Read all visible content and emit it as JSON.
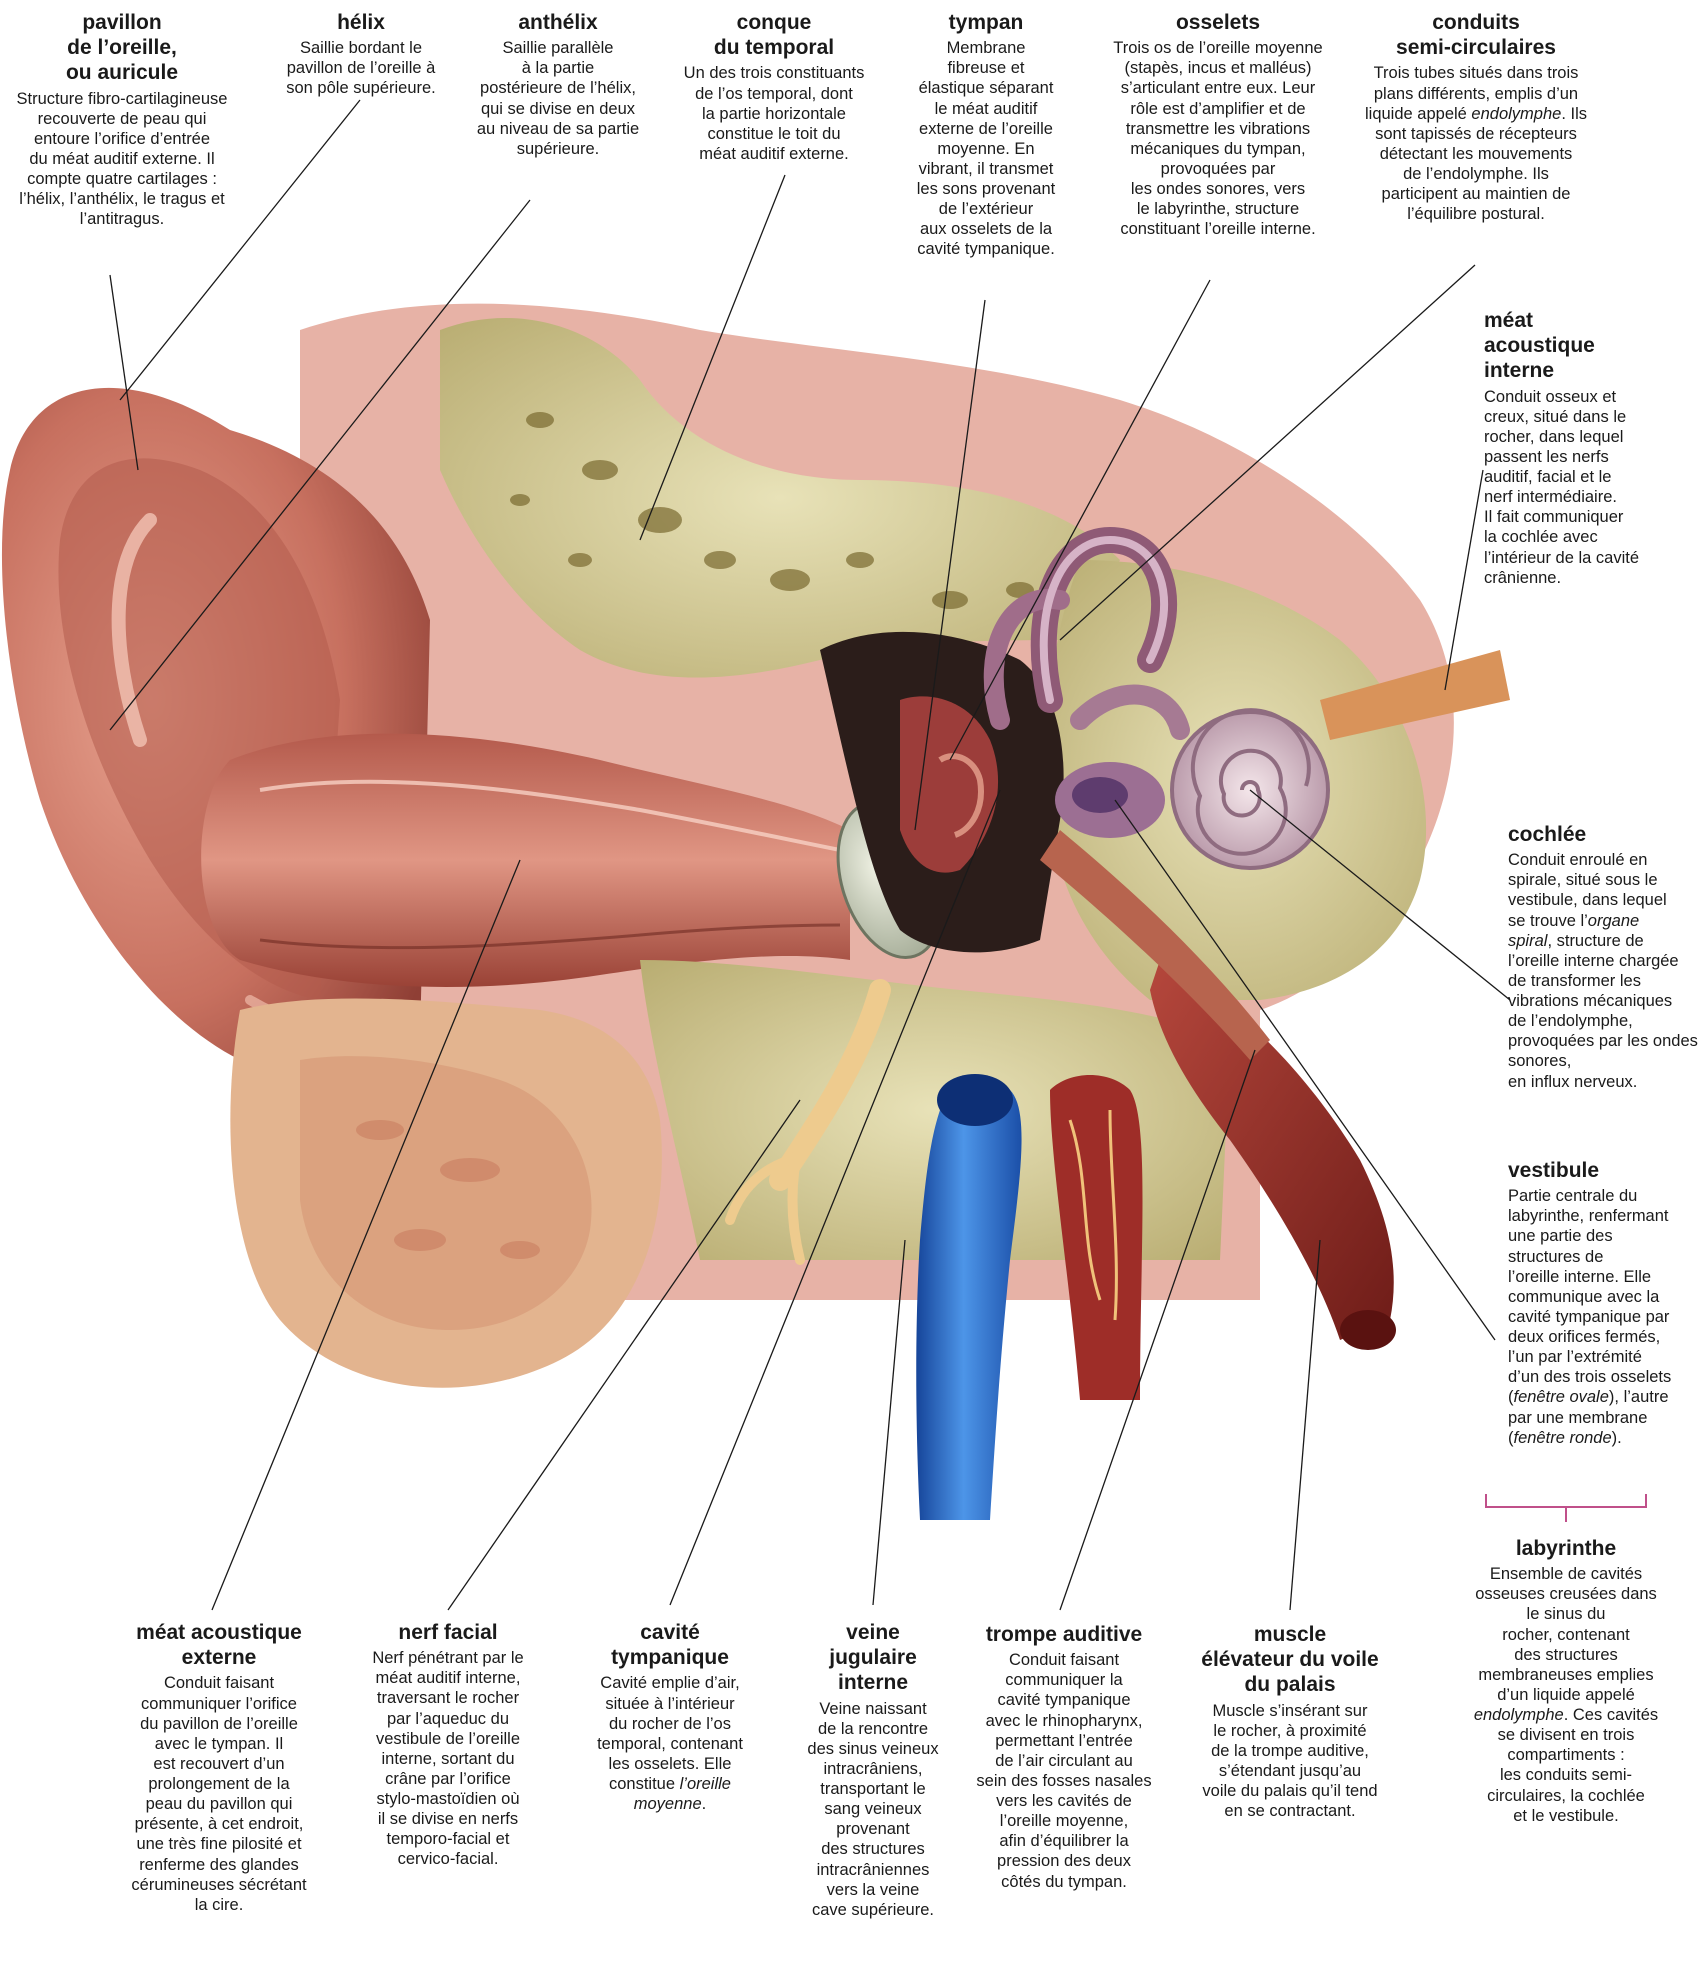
{
  "colors": {
    "skin": "#c8786a",
    "skin_dark": "#8a3a30",
    "bone": "#d9d2a0",
    "bone_dark": "#a89a5a",
    "vein": "#2a6fd0",
    "muscle": "#8e2a24",
    "lilac": "#a889a8",
    "nerve": "#e6c48a",
    "bracket": "#c0508a"
  },
  "labels": {
    "pavillon": {
      "title": "pavillon\nde l’oreille,\nou auricule",
      "text": "Structure fibro-cartilagineuse\nrecouverte de peau qui\nentoure l’orifice d’entrée\ndu méat auditif externe. Il\ncompte quatre cartilages :\nl’hélix, l’anthélix, le tragus et\nl’antitragus."
    },
    "helix": {
      "title": "hélix",
      "text": "Saillie bordant le\npavillon de l’oreille à\nson pôle supérieure."
    },
    "anthelix": {
      "title": "anthélix",
      "text": "Saillie parallèle\nà la partie\npostérieure de l’hélix,\nqui se divise en deux\nau niveau de sa partie\nsupérieure."
    },
    "conque": {
      "title": "conque\ndu temporal",
      "text": "Un des trois constituants\nde l’os temporal, dont\nla partie horizontale\nconstitue le toit du\nméat auditif externe."
    },
    "tympan": {
      "title": "tympan",
      "text": "Membrane\nfibreuse et\nélastique séparant\nle méat auditif\nexterne de l’oreille\nmoyenne. En\nvibrant, il transmet\nles sons provenant\nde l’extérieur\naux osselets de la\ncavité tympanique."
    },
    "osselets": {
      "title": "osselets",
      "text": "Trois os de l’oreille moyenne\n(stapès, incus et malléus)\ns’articulant entre eux. Leur\nrôle est d’amplifier et de\ntransmettre les vibrations\nmécaniques du tympan,\nprovoquées par\nles ondes sonores, vers\nle labyrinthe, structure\nconstituant l’oreille interne."
    },
    "conduits": {
      "title": "conduits\nsemi-circulaires",
      "text_a": "Trois tubes situés dans trois\nplans différents, emplis d’un\nliquide appelé ",
      "text_em": "endolymphe",
      "text_b": ". Ils\nsont tapissés de récepteurs\ndétectant les mouvements\nde l’endolymphe. Ils\nparticipent au maintien de\nl’équilibre postural."
    },
    "meat_interne": {
      "title": "méat\nacoustique\ninterne",
      "text": "Conduit osseux et\ncreux, situé dans le\nrocher, dans lequel\npassent les nerfs\nauditif, facial et le\nnerf intermédiaire.\nIl fait communiquer\nla cochlée avec\nl’intérieur de la cavité\ncrânienne."
    },
    "cochlee": {
      "title": "cochlée",
      "text_a": "Conduit enroulé en\nspirale, situé sous le\nvestibule, dans lequel\nse trouve l’",
      "text_em": "organe\nspiral",
      "text_b": ", structure de\nl’oreille interne chargée\nde transformer les\nvibrations mécaniques\nde l’endolymphe,\nprovoquées par les ondes\nsonores,\nen influx nerveux."
    },
    "vestibule": {
      "title": "vestibule",
      "text_a": "Partie centrale du\nlabyrinthe, renfermant\nune partie des\nstructures de\nl’oreille interne. Elle\ncommunique avec la\ncavité tympanique par\ndeux orifices fermés,\nl’un par l’extrémité\nd’un des trois osselets\n(",
      "text_em": "fenêtre ovale",
      "text_b": "), l’autre\npar une membrane\n(",
      "text_em2": "fenêtre ronde",
      "text_c": ")."
    },
    "labyrinthe": {
      "title": "labyrinthe",
      "text_a": "Ensemble de cavités\nosseuses creusées dans\nle sinus du\nrocher, contenant\ndes structures\nmembraneuses emplies\nd’un liquide appelé\n",
      "text_em": "endolymphe",
      "text_b": ". Ces cavités\nse divisent en trois\ncompartiments :\nles conduits semi-\ncirculaires, la cochlée\net le vestibule."
    },
    "meat_externe": {
      "title": "méat acoustique\nexterne",
      "text": "Conduit faisant\ncommuniquer l’orifice\ndu pavillon de l’oreille\navec le tympan. Il\nest recouvert d’un\nprolongement de la\npeau du pavillon qui\nprésente, à cet endroit,\nune très fine pilosité et\nrenferme des glandes\ncérumineuses sécrétant\nla cire."
    },
    "nerf_facial": {
      "title": "nerf facial",
      "text": "Nerf pénétrant par le\nméat auditif interne,\ntraversant le rocher\npar l’aqueduc du\nvestibule de l’oreille\ninterne, sortant du\ncrâne par l’orifice\nstylo-mastoïdien où\nil se divise en nerfs\ntemporo-facial et\ncervico-facial."
    },
    "cavite": {
      "title": "cavité\ntympanique",
      "text_a": "Cavité emplie d’air,\nsituée à l’intérieur\ndu rocher de l’os\ntemporal, contenant\nles osselets. Elle\nconstitue ",
      "text_em": "l’oreille\nmoyenne",
      "text_b": "."
    },
    "veine": {
      "title": "veine\njugulaire\ninterne",
      "text": "Veine naissant\nde la rencontre\ndes sinus veineux\nintracrâniens,\ntransportant le\nsang veineux\nprovenant\ndes structures\nintracrâniennes\nvers la veine\ncave supérieure."
    },
    "trompe": {
      "title": "trompe auditive",
      "text": "Conduit faisant\ncommuniquer la\ncavité tympanique\navec le rhinopharynx,\npermettant l’entrée\nde l’air circulant au\nsein des fosses nasales\nvers les cavités de\nl’oreille moyenne,\nafin d’équilibrer la\npression des deux\ncôtés du tympan."
    },
    "muscle": {
      "title": "muscle\nélévateur du voile\ndu palais",
      "text": "Muscle s’insérant sur\nle rocher, à proximité\nde la trompe auditive,\ns’étendant jusqu’au\nvoile du palais qu’il tend\nen se contractant."
    }
  }
}
